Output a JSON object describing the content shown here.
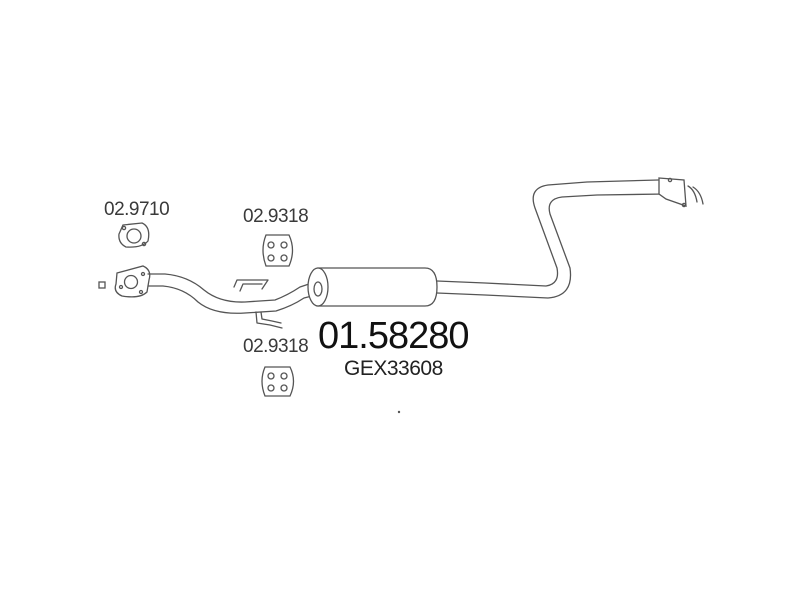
{
  "parts": {
    "gasket": {
      "number": "02.9710"
    },
    "hanger_upper": {
      "number": "02.9318"
    },
    "hanger_lower": {
      "number": "02.9318"
    },
    "main": {
      "number": "01.58280",
      "oe_reference": "GEX33608"
    }
  },
  "colors": {
    "line": "#555555",
    "text": "#3a3a3a",
    "main_text": "#111111",
    "background": "#ffffff"
  }
}
